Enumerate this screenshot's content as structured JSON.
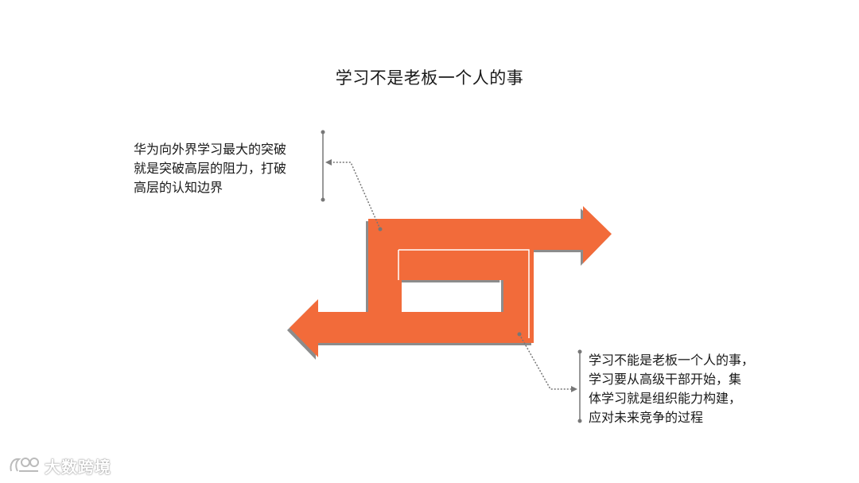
{
  "title": "学习不是老板一个人的事",
  "left_note": {
    "lines": [
      "华为向外界学习最大的突破",
      "就是突破高层的阻力，打破",
      "高层的认知边界"
    ]
  },
  "right_note": {
    "lines": [
      "学习不能是老板一个人的事，",
      "学习要从高级干部开始，集",
      "体学习就是组织能力构建，",
      "应对未来竞争的过程"
    ]
  },
  "watermark": {
    "text": "大数跨境"
  },
  "colors": {
    "shape_fill": "#f26b3a",
    "shape_shadow": "#8c8c8c",
    "connector": "#777777",
    "text": "#1a1a1a"
  }
}
